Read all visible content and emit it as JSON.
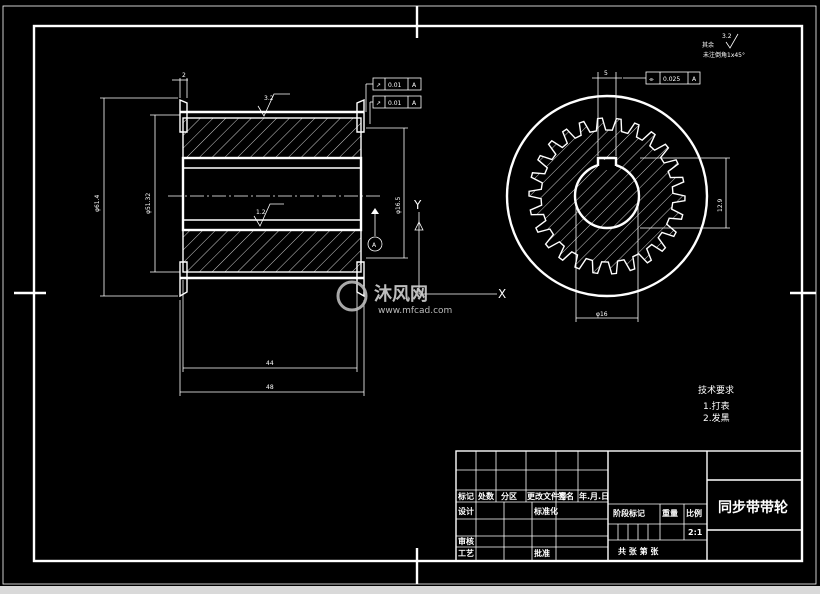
{
  "drawing": {
    "title": "同步带带轮",
    "scale": "2:1",
    "roughness_general": "3.2",
    "roughness_note": "其余",
    "chamfer_note": "未注倒角1x45°",
    "roughness_bore": "3.2",
    "roughness_inner": "1.2"
  },
  "tech_requirements": {
    "heading": "技术要求",
    "items": [
      "1.打表",
      "2.发黑"
    ]
  },
  "dimensions": {
    "flange_width": "2",
    "length_inner": "44",
    "length_outer": "48",
    "outer_dia": "φ61.4",
    "root_dia": "φ51.32",
    "bore_dia": "φ16.5",
    "key_width": "5",
    "key_depth": "12.9",
    "hub_dia": "φ16"
  },
  "tolerances": {
    "runout_1": "0.01",
    "runout_1_datum": "A",
    "runout_2": "0.01",
    "runout_2_datum": "A",
    "symmetry": "0.025",
    "symmetry_datum": "A",
    "datum_label": "A"
  },
  "axes": {
    "y_label": "Y",
    "x_label": "X"
  },
  "title_block": {
    "row_labels": [
      "标记",
      "处数",
      "分区",
      "更改文件号",
      "签名",
      "年.月.日"
    ],
    "design": "设计",
    "standardize": "标准化",
    "review": "审核",
    "process": "工艺",
    "approve": "批准",
    "stage_mark": "阶段标记",
    "weight": "重量",
    "ratio": "比例",
    "sheets": "共 张 第 张"
  },
  "watermark": {
    "brand": "沐风网",
    "url": "www.mfcad.com"
  }
}
